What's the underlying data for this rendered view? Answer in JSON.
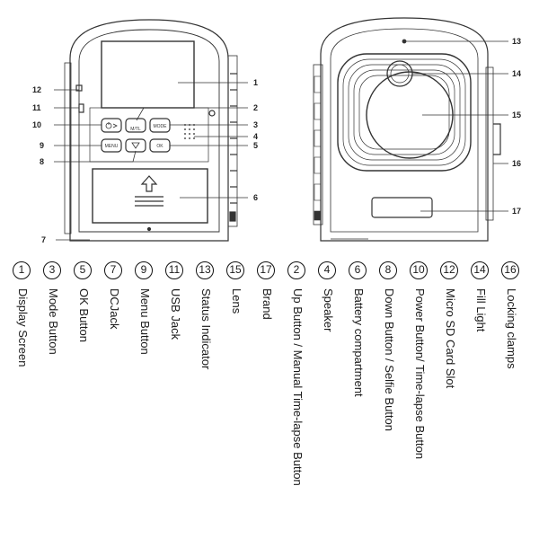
{
  "front_view": {
    "button_labels": {
      "mode": "MODE",
      "menu": "MENU",
      "ok": "OK",
      "up": "M/TL"
    },
    "callouts": [
      "1",
      "2",
      "3",
      "4",
      "5",
      "6",
      "7",
      "8",
      "9",
      "10",
      "11",
      "12"
    ]
  },
  "back_view": {
    "callouts": [
      "13",
      "14",
      "15",
      "16",
      "17"
    ]
  },
  "legend": [
    {
      "num": "1",
      "label": "Display Screen"
    },
    {
      "num": "3",
      "label": "Mode Button"
    },
    {
      "num": "5",
      "label": "OK Button"
    },
    {
      "num": "7",
      "label": "DCJack"
    },
    {
      "num": "9",
      "label": "Menu Button"
    },
    {
      "num": "11",
      "label": "USB Jack"
    },
    {
      "num": "13",
      "label": "Status Indicator"
    },
    {
      "num": "15",
      "label": "Lens"
    },
    {
      "num": "17",
      "label": "Brand"
    },
    {
      "num": "2",
      "label": "Up Button / Manual Time-lapse Button"
    },
    {
      "num": "4",
      "label": "Speaker"
    },
    {
      "num": "6",
      "label": "Battery compartment"
    },
    {
      "num": "8",
      "label": "Down Button / Selfie Button"
    },
    {
      "num": "10",
      "label": "Power Button/ Time-lapse Button"
    },
    {
      "num": "12",
      "label": "Micro SD Card Slot"
    },
    {
      "num": "14",
      "label": "Fill Light"
    },
    {
      "num": "16",
      "label": "Locking clamps"
    }
  ]
}
